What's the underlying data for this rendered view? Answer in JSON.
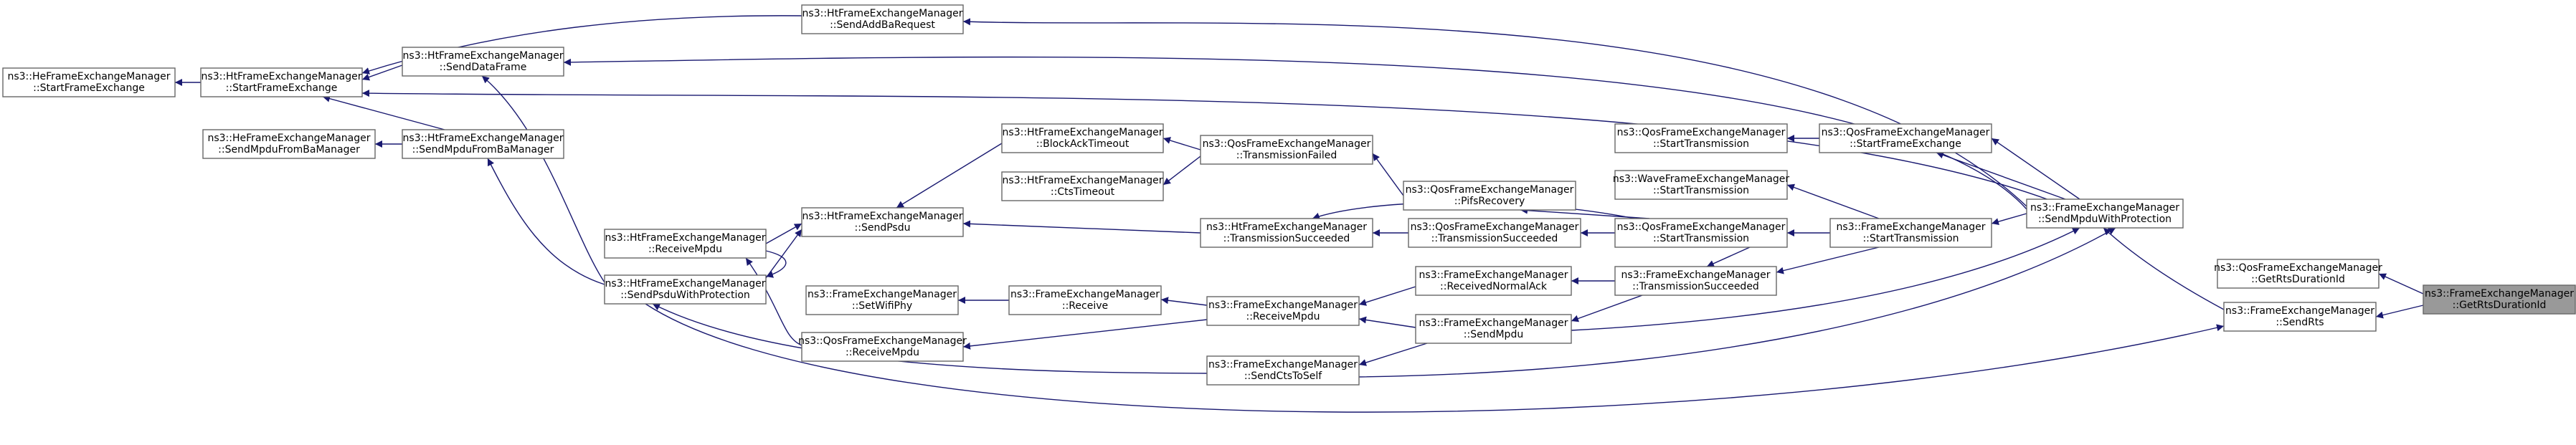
{
  "graph": {
    "nodes": [
      {
        "id": "target",
        "lines": [
          "ns3::FrameExchangeManager",
          "::GetRtsDurationId"
        ],
        "current": true
      },
      {
        "id": "qos_getrts",
        "lines": [
          "ns3::QosFrameExchangeManager",
          "::GetRtsDurationId"
        ]
      },
      {
        "id": "sendrts",
        "lines": [
          "ns3::FrameExchangeManager",
          "::SendRts"
        ]
      },
      {
        "id": "smwp",
        "lines": [
          "ns3::FrameExchangeManager",
          "::SendMpduWithProtection"
        ]
      },
      {
        "id": "ht_sendaddba",
        "lines": [
          "ns3::HtFrameExchangeManager",
          "::SendAddBaRequest"
        ]
      },
      {
        "id": "ht_senddata",
        "lines": [
          "ns3::HtFrameExchangeManager",
          "::SendDataFrame"
        ]
      },
      {
        "id": "ht_sfe",
        "lines": [
          "ns3::HtFrameExchangeManager",
          "::StartFrameExchange"
        ]
      },
      {
        "id": "he_sfe",
        "lines": [
          "ns3::HeFrameExchangeManager",
          "::StartFrameExchange"
        ]
      },
      {
        "id": "ht_smfbm",
        "lines": [
          "ns3::HtFrameExchangeManager",
          "::SendMpduFromBaManager"
        ]
      },
      {
        "id": "he_smfbm",
        "lines": [
          "ns3::HeFrameExchangeManager",
          "::SendMpduFromBaManager"
        ]
      },
      {
        "id": "ht_recvmpdu",
        "lines": [
          "ns3::HtFrameExchangeManager",
          "::ReceiveMpdu"
        ]
      },
      {
        "id": "ht_spwp",
        "lines": [
          "ns3::HtFrameExchangeManager",
          "::SendPsduWithProtection"
        ]
      },
      {
        "id": "ht_sendpsdu",
        "lines": [
          "ns3::HtFrameExchangeManager",
          "::SendPsdu"
        ]
      },
      {
        "id": "ht_blockack",
        "lines": [
          "ns3::HtFrameExchangeManager",
          "::BlockAckTimeout"
        ]
      },
      {
        "id": "ht_ctstimeout",
        "lines": [
          "ns3::HtFrameExchangeManager",
          "::CtsTimeout"
        ]
      },
      {
        "id": "qos_txfailed",
        "lines": [
          "ns3::QosFrameExchangeManager",
          "::TransmissionFailed"
        ]
      },
      {
        "id": "qos_pifs",
        "lines": [
          "ns3::QosFrameExchangeManager",
          "::PifsRecovery"
        ]
      },
      {
        "id": "ht_txsucc",
        "lines": [
          "ns3::HtFrameExchangeManager",
          "::TransmissionSucceeded"
        ]
      },
      {
        "id": "qos_starttx2",
        "lines": [
          "ns3::QosFrameExchangeManager",
          "::StartTransmission"
        ]
      },
      {
        "id": "qos_starttx1",
        "lines": [
          "ns3::QosFrameExchangeManager",
          "::StartTransmission"
        ]
      },
      {
        "id": "qos_sfe",
        "lines": [
          "ns3::QosFrameExchangeManager",
          "::StartFrameExchange"
        ]
      },
      {
        "id": "wave_starttx",
        "lines": [
          "ns3::WaveFrameExchangeManager",
          "::StartTransmission"
        ]
      },
      {
        "id": "fem_starttx",
        "lines": [
          "ns3::FrameExchangeManager",
          "::StartTransmission"
        ]
      },
      {
        "id": "qos_txsucc",
        "lines": [
          "ns3::QosFrameExchangeManager",
          "::TransmissionSucceeded"
        ]
      },
      {
        "id": "fem_txsucc",
        "lines": [
          "ns3::FrameExchangeManager",
          "::TransmissionSucceeded"
        ]
      },
      {
        "id": "fem_recvack",
        "lines": [
          "ns3::FrameExchangeManager",
          "::ReceivedNormalAck"
        ]
      },
      {
        "id": "fem_recvmpdu",
        "lines": [
          "ns3::FrameExchangeManager",
          "::ReceiveMpdu"
        ]
      },
      {
        "id": "fem_sendmpdu",
        "lines": [
          "ns3::FrameExchangeManager",
          "::SendMpdu"
        ]
      },
      {
        "id": "fem_sendcts",
        "lines": [
          "ns3::FrameExchangeManager",
          "::SendCtsToSelf"
        ]
      },
      {
        "id": "fem_setphy",
        "lines": [
          "ns3::FrameExchangeManager",
          "::SetWifiPhy"
        ]
      },
      {
        "id": "fem_receive",
        "lines": [
          "ns3::FrameExchangeManager",
          "::Receive"
        ]
      },
      {
        "id": "qos_recvmpdu",
        "lines": [
          "ns3::QosFrameExchangeManager",
          "::ReceiveMpdu"
        ]
      }
    ]
  }
}
